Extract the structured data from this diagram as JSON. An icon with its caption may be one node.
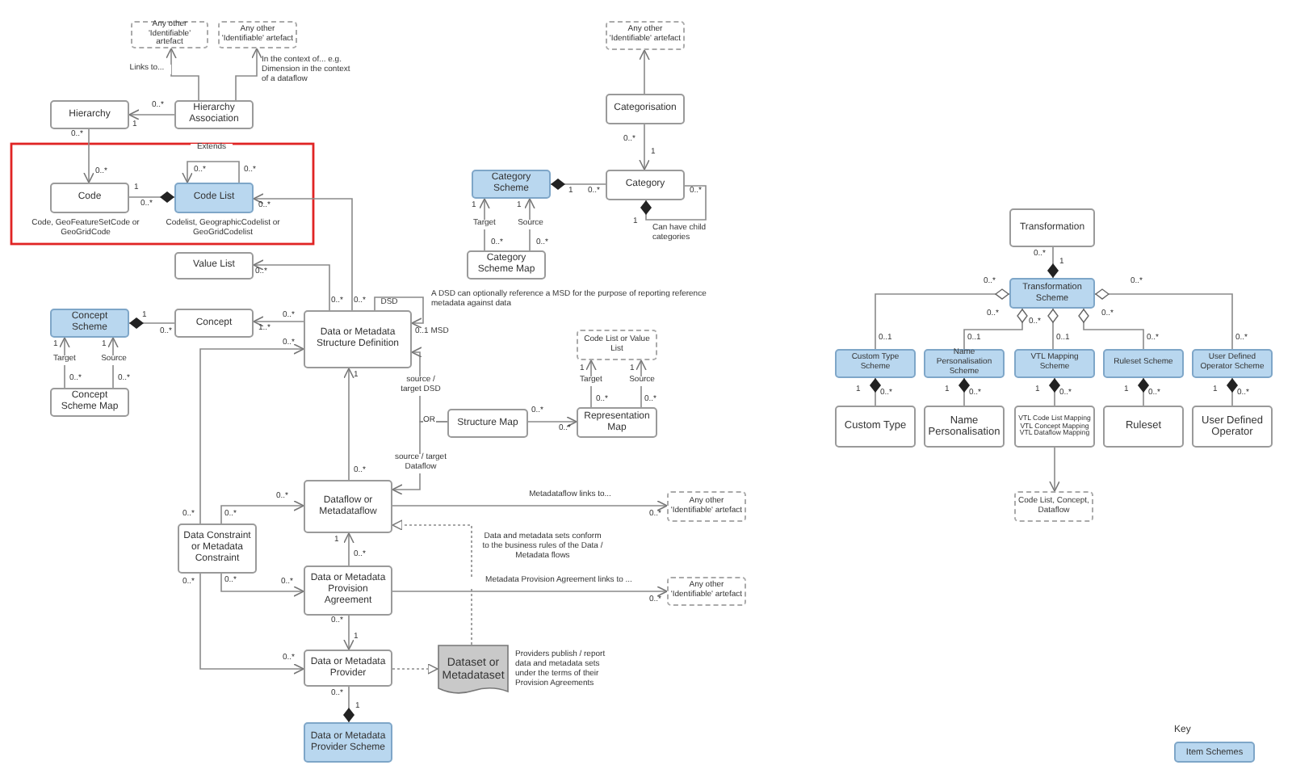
{
  "diagram": {
    "nodes": [
      {
        "text": [
          "Any other 'Identifiable' artefact"
        ]
      },
      {
        "text": [
          "Any other 'Identifiable' artefact"
        ]
      },
      {
        "text": [
          "Hierarchy"
        ]
      },
      {
        "text": [
          "Hierarchy Association"
        ]
      },
      {
        "text": [
          "Code"
        ],
        "beside": [
          "Code, GeoFeatureSetCode or GeoGridCode"
        ]
      },
      {
        "text": [
          "Code List"
        ],
        "beside": [
          "Codelist, GeographicCodelist or GeoGridCodelist"
        ]
      },
      {
        "text": [
          "Value List"
        ]
      },
      {
        "text": [
          "Concept Scheme"
        ]
      },
      {
        "text": [
          "Concept"
        ]
      },
      {
        "text": [
          "Concept Scheme Map"
        ]
      },
      {
        "text": [
          "Data or Metadata Structure Definition"
        ]
      },
      {
        "text": [
          "Category Scheme"
        ]
      },
      {
        "text": [
          "Category"
        ]
      },
      {
        "text": [
          "Categorisation"
        ]
      },
      {
        "text": [
          "Any other 'Identifiable' artefact"
        ]
      },
      {
        "text": [
          "Category Scheme Map"
        ]
      },
      {
        "text": [
          "Code List or Value List"
        ]
      },
      {
        "text": [
          "Structure Map"
        ]
      },
      {
        "text": [
          "Representation Map"
        ]
      },
      {
        "text": [
          "Dataflow or Metadataflow"
        ]
      },
      {
        "text": [
          "Any other 'Identifiable' artefact"
        ]
      },
      {
        "text": [
          "Data Constraint or Metadata Constraint"
        ]
      },
      {
        "text": [
          "Data or Metadata Provision Agreement"
        ]
      },
      {
        "text": [
          "Any other 'Identifiable' artefact"
        ]
      },
      {
        "text": [
          "Data or Metadata Provider"
        ]
      },
      {
        "text": [
          "Data  or Metadata Provider Scheme"
        ]
      },
      {
        "text": [
          "Dataset or Metadataset"
        ],
        "beside": [
          "Providers publish / report data and metadata sets under the terms of their Provision Agreements"
        ]
      },
      {
        "text": [
          "Transformation"
        ]
      },
      {
        "text": [
          "Transformation Scheme"
        ]
      },
      {
        "text": [
          "Custom Type Scheme"
        ]
      },
      {
        "text": [
          "Name Personalisation Scheme"
        ]
      },
      {
        "text": [
          "VTL Mapping Scheme"
        ]
      },
      {
        "text": [
          "Ruleset Scheme"
        ]
      },
      {
        "text": [
          "User Defined Operator Scheme"
        ]
      },
      {
        "text": [
          "Custom Type"
        ]
      },
      {
        "text": [
          "Name Personalisation"
        ]
      },
      {
        "text": [
          "VTL Code List Mapping",
          "VTL Concept Mapping",
          "VTL Dataflow Mapping"
        ]
      },
      {
        "text": [
          "Ruleset"
        ]
      },
      {
        "text": [
          "User Defined Operator"
        ]
      },
      {
        "text": [
          "Code List, Concept, Dataflow"
        ]
      }
    ],
    "edges": [
      {
        "from": 3,
        "to": 0,
        "arrow": "to",
        "label": "Links to..."
      },
      {
        "from": 3,
        "to": 1,
        "arrow": "to",
        "label": "In the context of... e.g. Dimension in the context of a dataflow"
      },
      {
        "from": 3,
        "to": 2,
        "arrow": "to"
      },
      {
        "from": 2,
        "to": 4,
        "arrow": "to"
      },
      {
        "from": 5,
        "to": 4,
        "arrow": "other"
      },
      {
        "from": 5,
        "to": 5,
        "arrow": "to",
        "label": "Extends"
      },
      {
        "from": 10,
        "to": 5,
        "arrow": "to"
      },
      {
        "from": 10,
        "to": 6,
        "arrow": "to"
      },
      {
        "from": 10,
        "to": 8,
        "arrow": "to"
      },
      {
        "from": 7,
        "to": 8,
        "arrow": "other"
      },
      {
        "from": 9,
        "to": 7,
        "arrow": "to",
        "label": "Target"
      },
      {
        "from": 9,
        "to": 7,
        "arrow": "to",
        "label": "Source"
      },
      {
        "from": 13,
        "to": 14,
        "arrow": "to"
      },
      {
        "from": 13,
        "to": 12,
        "arrow": "to"
      },
      {
        "from": 11,
        "to": 12,
        "arrow": "other"
      },
      {
        "from": 12,
        "to": 12,
        "arrow": "other"
      },
      {
        "from": 15,
        "to": 11,
        "arrow": "to",
        "label": "Target"
      },
      {
        "from": 15,
        "to": 11,
        "arrow": "to",
        "label": "Source"
      },
      {
        "from": 18,
        "to": 16,
        "arrow": "to",
        "label": "Target"
      },
      {
        "from": 18,
        "to": 16,
        "arrow": "to",
        "label": "Source"
      },
      {
        "from": 17,
        "to": 18,
        "arrow": "to"
      },
      {
        "from": 17,
        "to": 10,
        "arrow": "to",
        "label": "source / target DSD"
      },
      {
        "from": 17,
        "to": 19,
        "arrow": "to",
        "label": "source / target Dataflow"
      },
      {
        "from": 19,
        "to": 10,
        "arrow": "to"
      },
      {
        "from": 21,
        "to": 10,
        "arrow": "to"
      },
      {
        "from": 21,
        "to": 19,
        "arrow": "to"
      },
      {
        "from": 21,
        "to": 22,
        "arrow": "to"
      },
      {
        "from": 21,
        "to": 24,
        "arrow": "to"
      },
      {
        "from": 22,
        "to": 19,
        "arrow": "to"
      },
      {
        "from": 22,
        "to": 24,
        "arrow": "to"
      },
      {
        "from": 25,
        "to": 24,
        "arrow": "other"
      },
      {
        "from": 19,
        "to": 20,
        "arrow": "to",
        "label": "Metadataflow links to..."
      },
      {
        "from": 22,
        "to": 23,
        "arrow": "to",
        "label": "Metadata Provision Agreement links to ..."
      },
      {
        "from": 24,
        "to": 26,
        "arrow": "to",
        "style": "dashed"
      },
      {
        "from": 26,
        "to": 19,
        "arrow": "to",
        "style": "dashed",
        "label": "Data and metadata sets conform to the business rules of the Data / Metadata flows"
      },
      {
        "from": 28,
        "to": 27,
        "arrow": "other"
      },
      {
        "from": 28,
        "to": 29,
        "arrow": "other"
      },
      {
        "from": 28,
        "to": 30,
        "arrow": "other"
      },
      {
        "from": 28,
        "to": 31,
        "arrow": "other"
      },
      {
        "from": 28,
        "to": 32,
        "arrow": "other"
      },
      {
        "from": 28,
        "to": 33,
        "arrow": "other"
      },
      {
        "from": 29,
        "to": 34,
        "arrow": "other"
      },
      {
        "from": 30,
        "to": 35,
        "arrow": "other"
      },
      {
        "from": 31,
        "to": 36,
        "arrow": "other"
      },
      {
        "from": 32,
        "to": 37,
        "arrow": "other"
      },
      {
        "from": 33,
        "to": 38,
        "arrow": "other"
      },
      {
        "from": 36,
        "to": 39,
        "arrow": "to"
      },
      {
        "from": 10,
        "to": 10,
        "arrow": "to",
        "label": "DSD"
      }
    ],
    "labels": [
      "0..*",
      "1",
      "0..*",
      "0..*",
      "0..*",
      "0..*",
      "1",
      "0..*",
      "0..*",
      "0..*",
      "0..*",
      "0..*",
      "A DSD can optionally reference a MSD for the purpose of reporting reference metadata against data",
      "0..1 MSD",
      "1",
      "0..*",
      "0..*",
      "1..*",
      "1",
      "1",
      "0..*",
      "0..*",
      "0..*",
      "0..*",
      "1",
      "1",
      "0..*",
      "0..*",
      "1",
      "Can have child categories",
      "1",
      "1",
      "0..*",
      "0..*",
      "1",
      "OR",
      "1",
      "1",
      "0..*",
      "0..*",
      "0..*",
      "0..*",
      "0..*",
      "0..*",
      "0..*",
      "0..*",
      "0..*",
      "1",
      "0..*",
      "0..*",
      "0..*",
      "0..*",
      "0..*",
      "0..*",
      "1",
      "0..*",
      "0..*",
      "1",
      "0..*",
      "1",
      "0..*",
      "0..*",
      "0..*",
      "0..*",
      "0..*",
      "0..1",
      "0..1",
      "0..1",
      "0..*",
      "0..*",
      "1",
      "0..*",
      "1",
      "0..*",
      "1",
      "0..*",
      "1",
      "0..*",
      "1",
      "0..*",
      "Key"
    ],
    "legend": [
      {
        "text": "Item Schemes",
        "color": "#b9d7ef"
      }
    ]
  }
}
